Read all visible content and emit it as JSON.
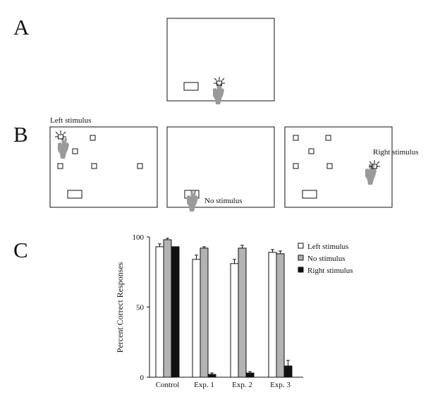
{
  "panels": {
    "a": {
      "letter": "A"
    },
    "b": {
      "letter": "B",
      "left_label": "Left stimulus",
      "center_label": "No stimulus",
      "right_label": "Right stimulus"
    },
    "c": {
      "letter": "C"
    }
  },
  "colors": {
    "hand": "#9a9a9a",
    "outline": "#111111",
    "left_stimulus": "#ffffff",
    "no_stimulus": "#b3b3b3",
    "right_stimulus": "#111111"
  },
  "chart_data": {
    "type": "bar",
    "categories": [
      "Control",
      "Exp. 1",
      "Exp. 2",
      "Exp. 3"
    ],
    "series": [
      {
        "name": "Left stimulus",
        "values": [
          93,
          84,
          81,
          89
        ],
        "errors": [
          2,
          3,
          3,
          2
        ],
        "color": "#ffffff"
      },
      {
        "name": "No stimulus",
        "values": [
          98,
          92,
          92,
          88
        ],
        "errors": [
          1,
          1,
          2,
          2
        ],
        "color": "#b3b3b3"
      },
      {
        "name": "Right stimulus",
        "values": [
          93,
          2,
          3,
          8
        ],
        "errors": [
          0,
          1,
          1,
          4
        ],
        "color": "#111111"
      }
    ],
    "ylabel": "Percent Correct Responses",
    "ylim": [
      0,
      100
    ],
    "yticks": [
      0,
      50,
      100
    ],
    "legend": "top-right",
    "grid": false
  }
}
